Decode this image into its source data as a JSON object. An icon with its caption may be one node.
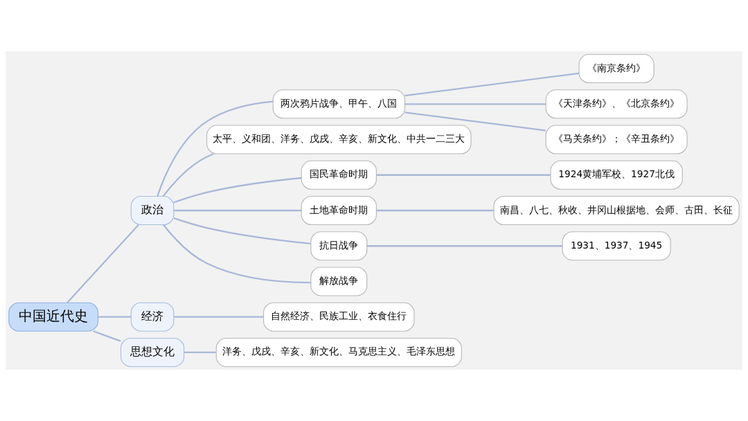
{
  "diagram": {
    "nodes": [
      {
        "text": [
          "中国近代史"
        ]
      },
      {
        "text": [
          "政治"
        ]
      },
      {
        "text": [
          "两次鸦片战争、甲午、八国"
        ]
      },
      {
        "text": [
          "《南京条约》"
        ]
      },
      {
        "text": [
          "《天津条约》、《北京条约》"
        ]
      },
      {
        "text": [
          "《马关条约》；《辛丑条约》"
        ]
      },
      {
        "text": [
          "太平、义和团、洋务、戊戌、辛亥、新文化、中共一二三大"
        ]
      },
      {
        "text": [
          "国民革命时期"
        ]
      },
      {
        "text": [
          "1924黄埔军校、1927北伐"
        ]
      },
      {
        "text": [
          "土地革命时期"
        ]
      },
      {
        "text": [
          "南昌、八七、秋收、井冈山根据地、会师、古田、长征"
        ]
      },
      {
        "text": [
          "抗日战争"
        ]
      },
      {
        "text": [
          "1931、1937、1945"
        ]
      },
      {
        "text": [
          "解放战争"
        ]
      },
      {
        "text": [
          "经济"
        ]
      },
      {
        "text": [
          "自然经济、民族工业、衣食住行"
        ]
      },
      {
        "text": [
          "思想文化"
        ]
      },
      {
        "text": [
          "洋务、戊戌、辛亥、新文化、马克思主义、毛泽东思想"
        ]
      }
    ],
    "edges": [
      {
        "from": 0,
        "to": 1,
        "arrow": "none"
      },
      {
        "from": 1,
        "to": 2,
        "arrow": "none"
      },
      {
        "from": 2,
        "to": 3,
        "arrow": "none"
      },
      {
        "from": 2,
        "to": 4,
        "arrow": "none"
      },
      {
        "from": 2,
        "to": 5,
        "arrow": "none"
      },
      {
        "from": 1,
        "to": 6,
        "arrow": "none"
      },
      {
        "from": 1,
        "to": 7,
        "arrow": "none"
      },
      {
        "from": 7,
        "to": 8,
        "arrow": "none"
      },
      {
        "from": 1,
        "to": 9,
        "arrow": "none"
      },
      {
        "from": 9,
        "to": 10,
        "arrow": "none"
      },
      {
        "from": 1,
        "to": 11,
        "arrow": "none"
      },
      {
        "from": 11,
        "to": 12,
        "arrow": "none"
      },
      {
        "from": 1,
        "to": 13,
        "arrow": "none"
      },
      {
        "from": 0,
        "to": 14,
        "arrow": "none"
      },
      {
        "from": 14,
        "to": 15,
        "arrow": "none"
      },
      {
        "from": 0,
        "to": 16,
        "arrow": "none"
      },
      {
        "from": 16,
        "to": 17,
        "arrow": "none"
      }
    ]
  }
}
